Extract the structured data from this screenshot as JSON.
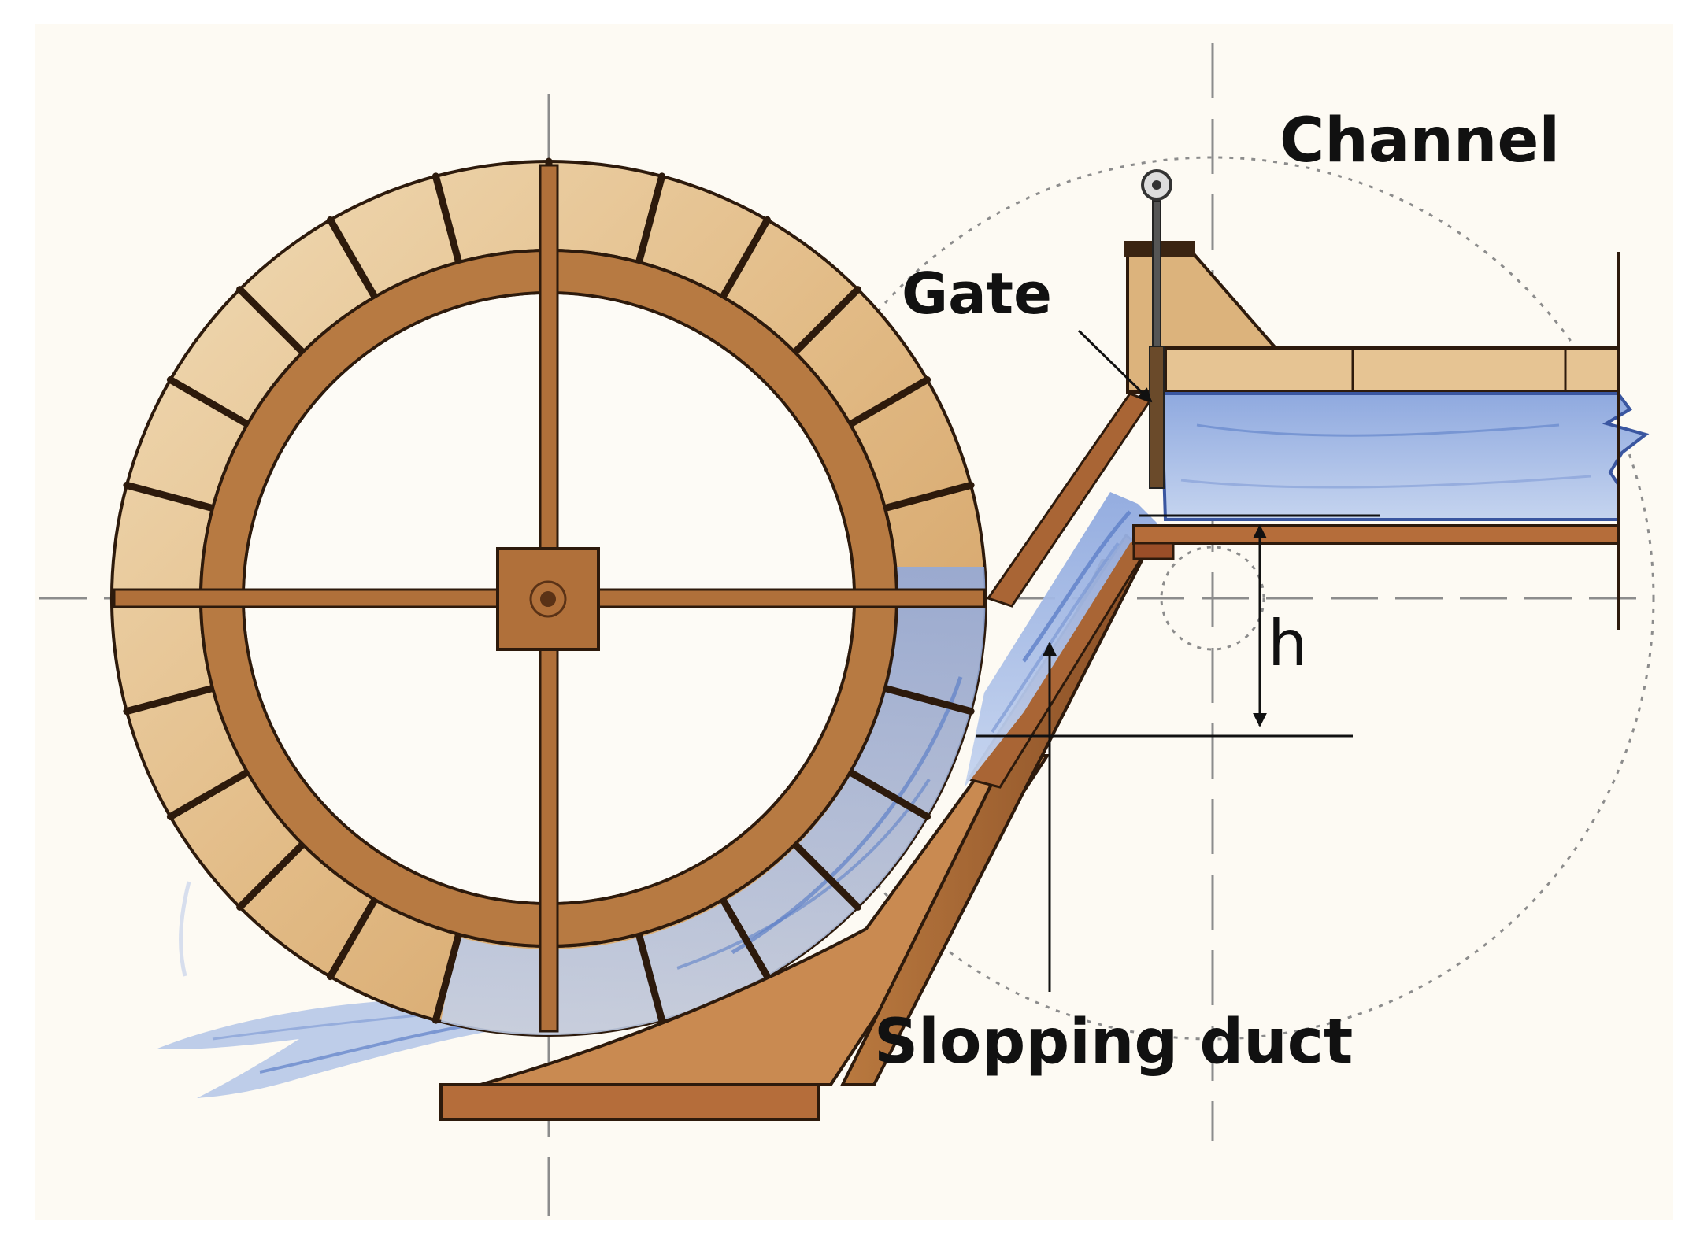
{
  "labels": {
    "channel": "Channel",
    "gate": "Gate",
    "head": "h",
    "duct": "Slopping duct"
  },
  "colors": {
    "paper": "#fdfaf3",
    "wood_light": "#ecd3aa",
    "wood_mid": "#d9a76a",
    "wood_dark": "#8a4f26",
    "outline": "#2d1a0c",
    "water": "#a9bfe6",
    "water_dark": "#5e80c8",
    "guide": "#9a9a9a",
    "text": "#111111"
  },
  "icons": {
    "wheel": "waterwheel-icon",
    "gate": "sluice-gate-icon"
  }
}
